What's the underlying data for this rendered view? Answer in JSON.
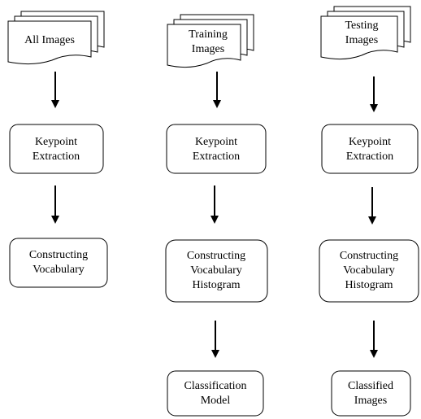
{
  "columns": [
    {
      "id": "all",
      "doc_lines": [
        "All Images"
      ],
      "boxes": [
        [
          "Keypoint",
          "Extraction"
        ],
        [
          "Constructing",
          "Vocabulary"
        ]
      ]
    },
    {
      "id": "training",
      "doc_lines": [
        "Training",
        "Images"
      ],
      "boxes": [
        [
          "Keypoint",
          "Extraction"
        ],
        [
          "Constructing",
          "Vocabulary",
          "Histogram"
        ],
        [
          "Classification",
          "Model"
        ]
      ]
    },
    {
      "id": "testing",
      "doc_lines": [
        "Testing",
        "Images"
      ],
      "boxes": [
        [
          "Keypoint",
          "Extraction"
        ],
        [
          "Constructing",
          "Vocabulary",
          "Histogram"
        ],
        [
          "Classified",
          "Images"
        ]
      ]
    }
  ],
  "colors": {
    "stroke": "#000000",
    "fill": "#ffffff"
  }
}
